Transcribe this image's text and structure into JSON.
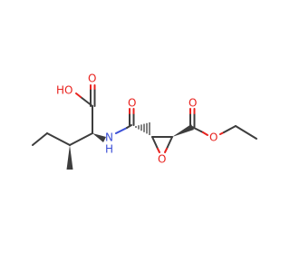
{
  "molecule": {
    "atom_labels": {
      "hydroxyl": "HO",
      "acid_carbonyl_o": "O",
      "amide_n": "N",
      "amide_h": "H",
      "amide_carbonyl_o": "O",
      "epoxide_o": "O",
      "ester_carbonyl_o": "O",
      "ester_o": "O"
    },
    "colors": {
      "carbon_bond": "#3d3d3d",
      "oxygen": "#e8231f",
      "nitrogen": "#3b4fd6",
      "background": "#ffffff"
    }
  }
}
